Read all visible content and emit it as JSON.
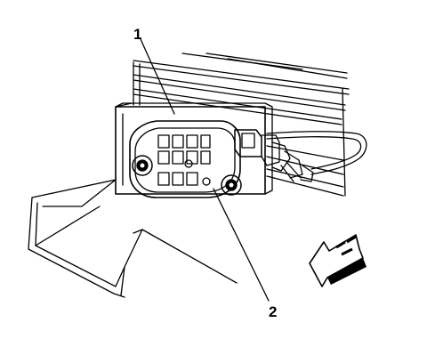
{
  "diagram": {
    "callouts": [
      {
        "id": "1",
        "label": "1"
      },
      {
        "id": "2",
        "label": "2"
      }
    ],
    "stroke_color": "#000000",
    "background_color": "#ffffff",
    "direction_arrow_icon": "arrow-down-left-icon"
  }
}
